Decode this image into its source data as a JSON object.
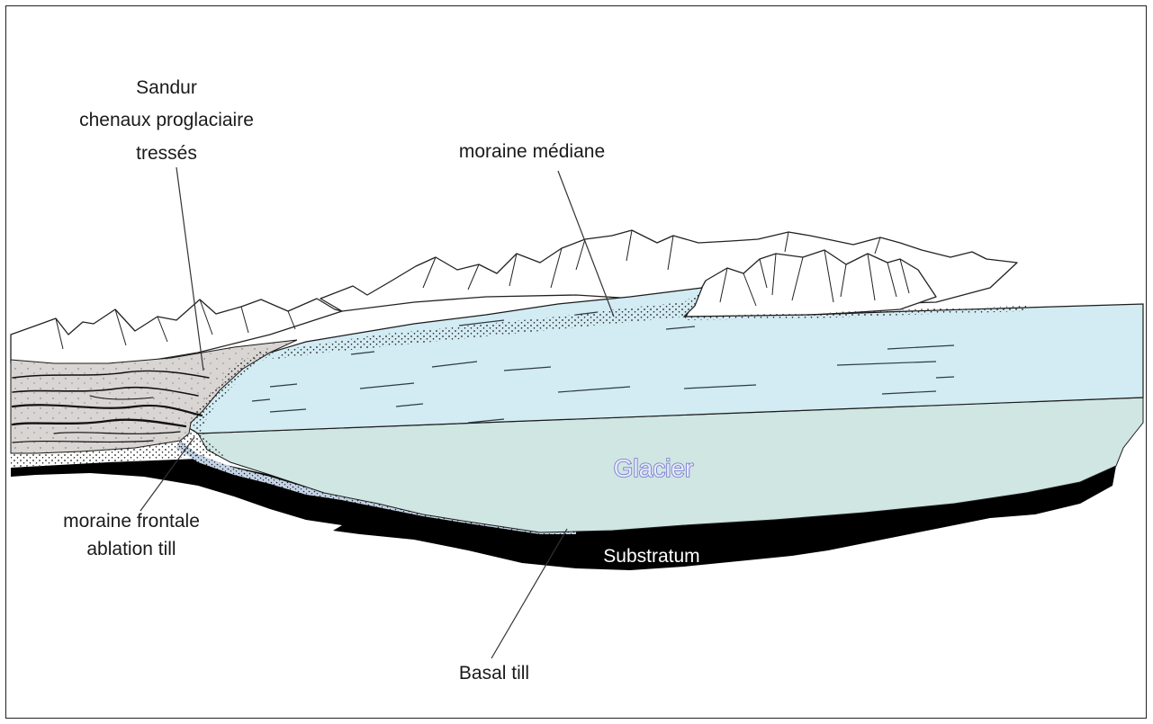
{
  "labels": {
    "sandur": [
      "Sandur",
      "chenaux proglaciaire",
      "tressés"
    ],
    "moraine_mediane": "moraine médiane",
    "moraine_frontale": [
      "moraine frontale",
      "ablation till"
    ],
    "glacier": "Glacier",
    "substratum": "Substratum",
    "basal_till": "Basal till"
  },
  "colors": {
    "ice_surface": "#d3ebf3",
    "ice_body": "#cfe6e2",
    "substratum": "#000000",
    "outwash": "#d6d3d0",
    "moraine_dots": "#1c1c1c"
  }
}
